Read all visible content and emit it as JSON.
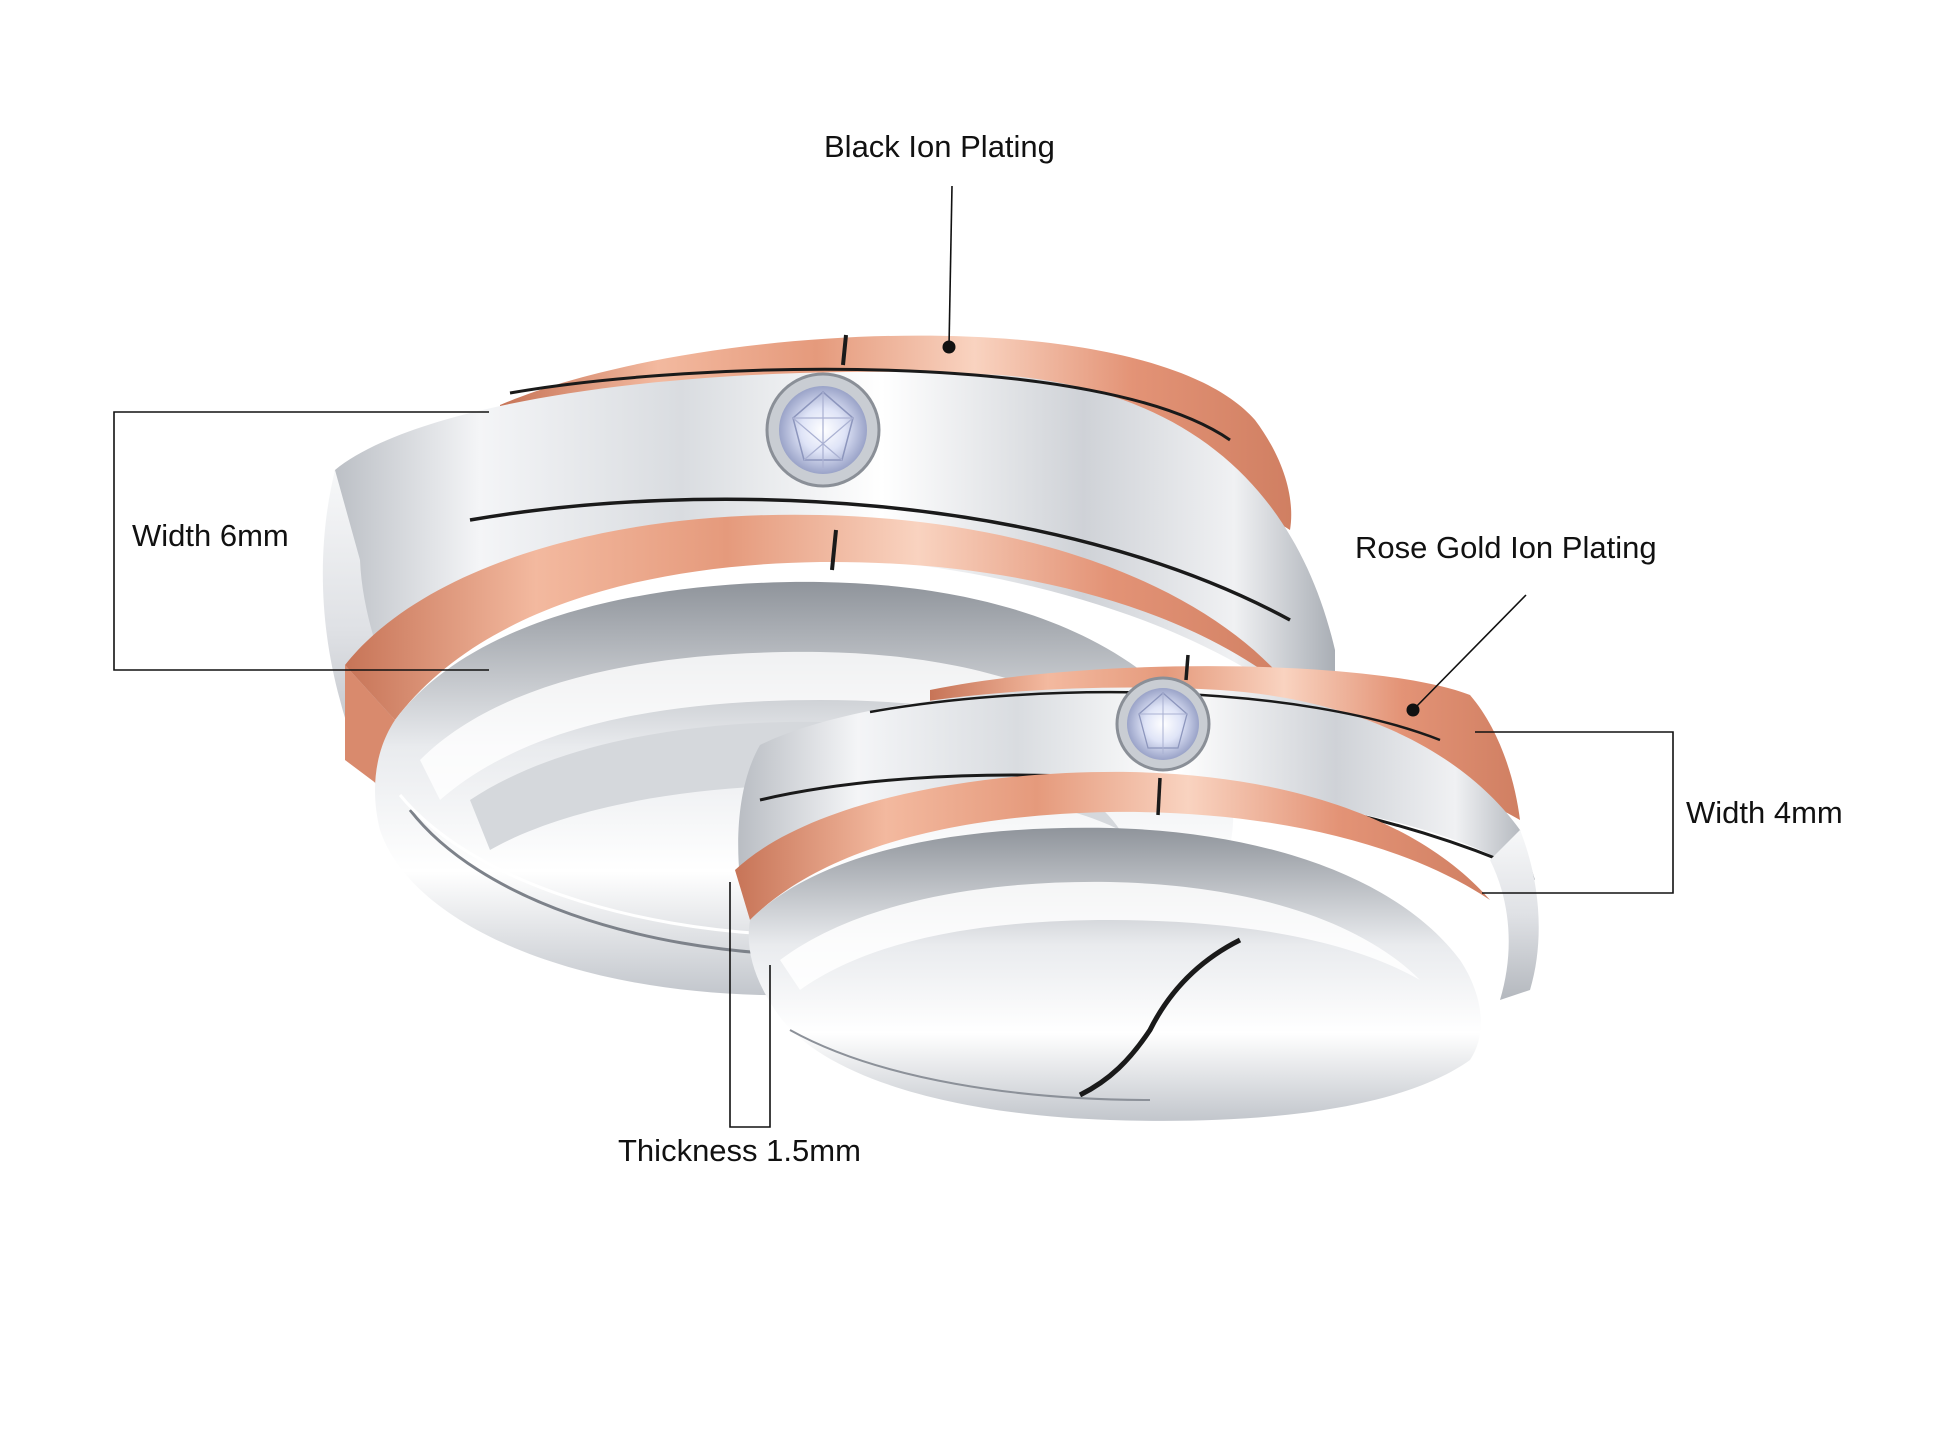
{
  "labels": {
    "black_ion_plating": "Black Ion Plating",
    "rose_gold_ion_plating": "Rose Gold Ion Plating",
    "width_large": "Width 6mm",
    "width_small": "Width 4mm",
    "thickness": "Thickness 1.5mm"
  },
  "colors": {
    "background": "#ffffff",
    "rose_gold": "#e8a184",
    "rose_gold_dark": "#c9765a",
    "rose_gold_light": "#f6cdb8",
    "steel": "#e4e6ea",
    "steel_dark": "#9ea3ab",
    "steel_light": "#fbfbfc",
    "groove": "#1a1a1a",
    "leader_line": "#111111"
  },
  "icons": [
    "diamond-icon"
  ]
}
